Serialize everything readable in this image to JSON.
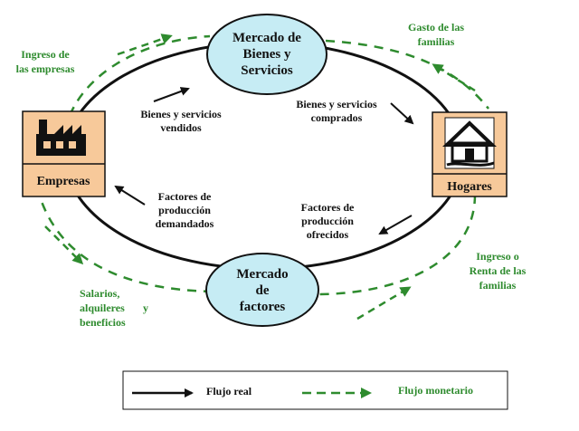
{
  "colors": {
    "real_flow": "#111111",
    "money_flow": "#2e8b2e",
    "market_fill": "#c6ecf4",
    "agent_fill": "#f7c99a"
  },
  "nodes": {
    "goods_market": {
      "lines": [
        "Mercado de",
        "Bienes y",
        "Servicios"
      ]
    },
    "factor_market": {
      "lines": [
        "Mercado",
        "de",
        "factores"
      ]
    },
    "firms": {
      "label": "Empresas",
      "icon": "factory-icon"
    },
    "households": {
      "label": "Hogares",
      "icon": "house-icon"
    }
  },
  "labels": {
    "goods_sold": [
      "Bienes y servicios",
      "vendidos"
    ],
    "goods_bought": [
      "Bienes y servicios",
      "comprados"
    ],
    "factors_demanded": [
      "Factores de",
      "producción",
      "demandados"
    ],
    "factors_offered": [
      "Factores de",
      "producción",
      "ofrecidos"
    ],
    "firm_income": [
      "Ingreso de",
      "las empresas"
    ],
    "household_spending": [
      "Gasto de las",
      "familias"
    ],
    "household_income": [
      "Ingreso o",
      "Renta de las",
      "familias"
    ],
    "wages": [
      "Salarios,",
      "alquileres",
      "beneficios"
    ],
    "wages_y": "y"
  },
  "legend": {
    "real": "Flujo real",
    "money": "Flujo monetario"
  }
}
